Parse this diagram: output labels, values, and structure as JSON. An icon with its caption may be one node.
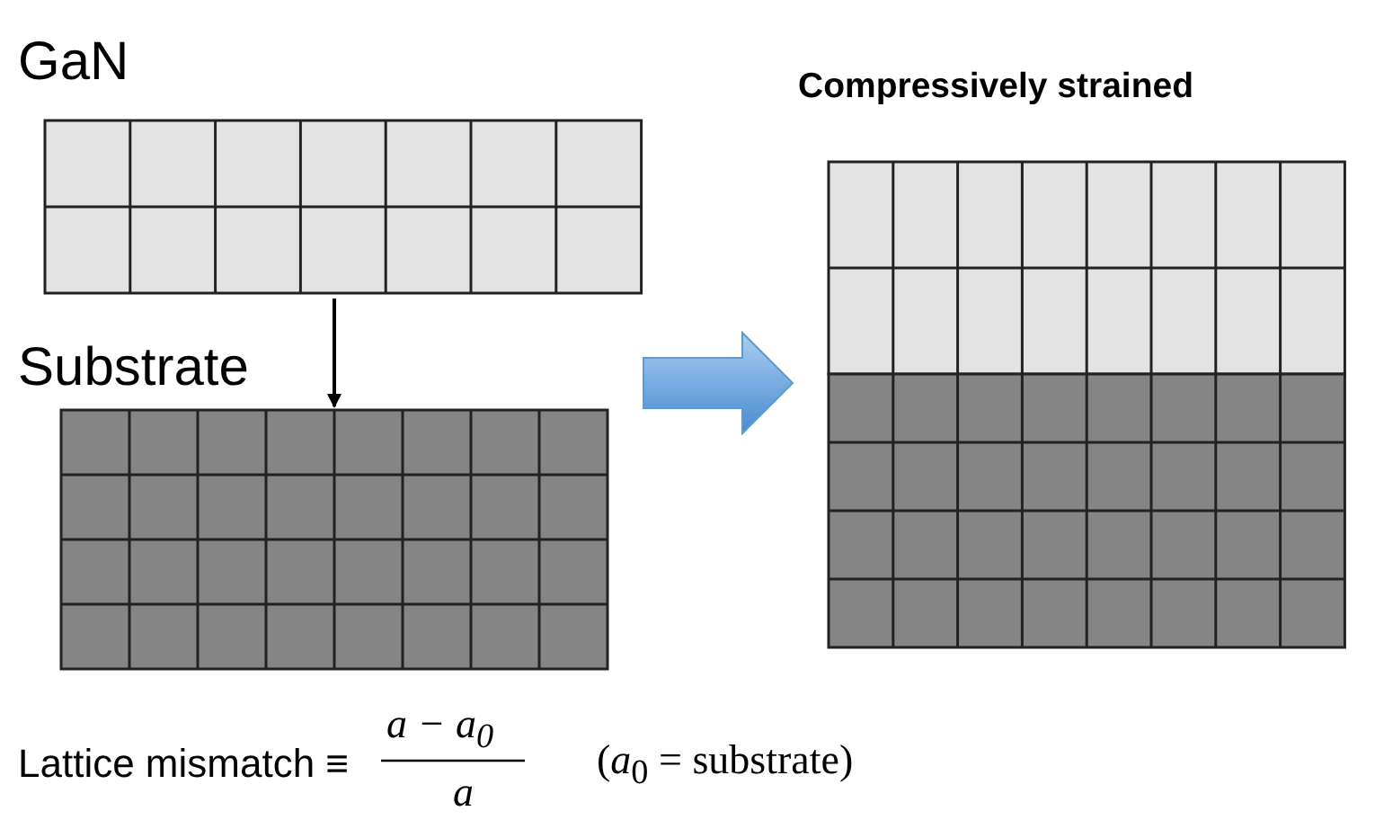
{
  "diagram": {
    "nodes": [
      {
        "text": [
          "GaN"
        ]
      },
      {
        "text": [
          "Substrate"
        ]
      },
      {
        "text": [
          "Compressively strained"
        ]
      }
    ],
    "edges": [
      {
        "from": 0,
        "to": 1,
        "arrow": "to"
      },
      {
        "from": 1,
        "to": 2,
        "arrow": "to",
        "style": "thick",
        "color": "#5b9bd5"
      }
    ],
    "labels": [
      "Lattice mismatch ≡",
      "a − a$_{0}$",
      "a",
      "(*a*$_{0}$ = substrate)"
    ]
  }
}
